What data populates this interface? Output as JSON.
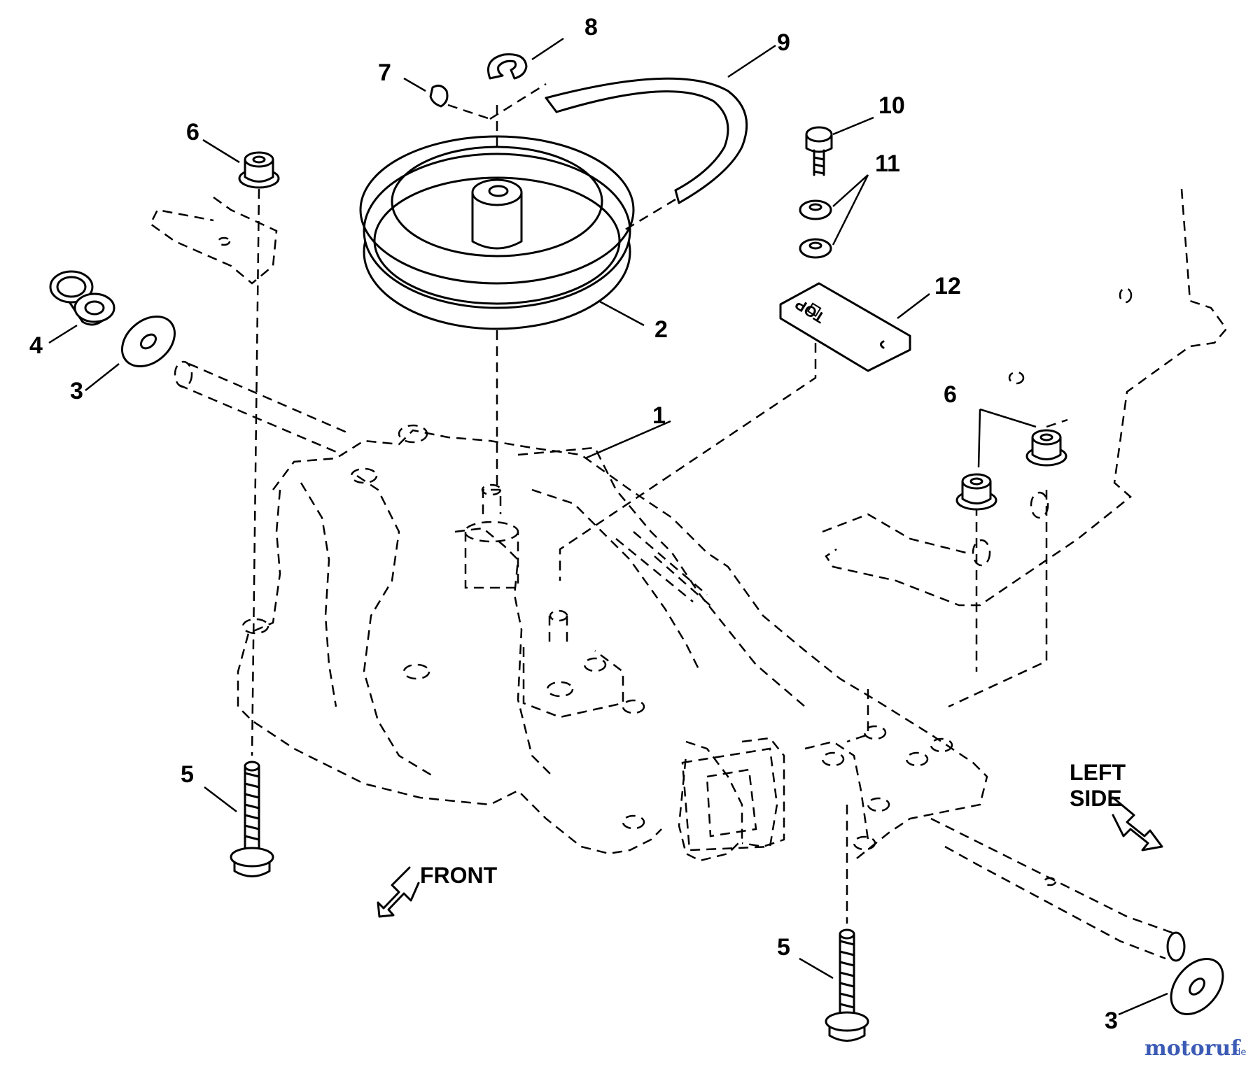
{
  "callouts": {
    "c1": "1",
    "c2": "2",
    "c3a": "3",
    "c3b": "3",
    "c4": "4",
    "c5a": "5",
    "c5b": "5",
    "c6a": "6",
    "c6b": "6",
    "c7": "7",
    "c8": "8",
    "c9": "9",
    "c10": "10",
    "c11": "11",
    "c12": "12"
  },
  "directions": {
    "front": "FRONT",
    "left_line1": "LEFT",
    "left_line2": "SIDE"
  },
  "plate_stamp": "TOP",
  "watermark": {
    "brand": "motoruf",
    "suffix": ".de"
  },
  "colors": {
    "line": "#000000",
    "background": "#ffffff",
    "watermark_main": "#3b5bb5",
    "watermark_accent": "#e07a1f"
  }
}
